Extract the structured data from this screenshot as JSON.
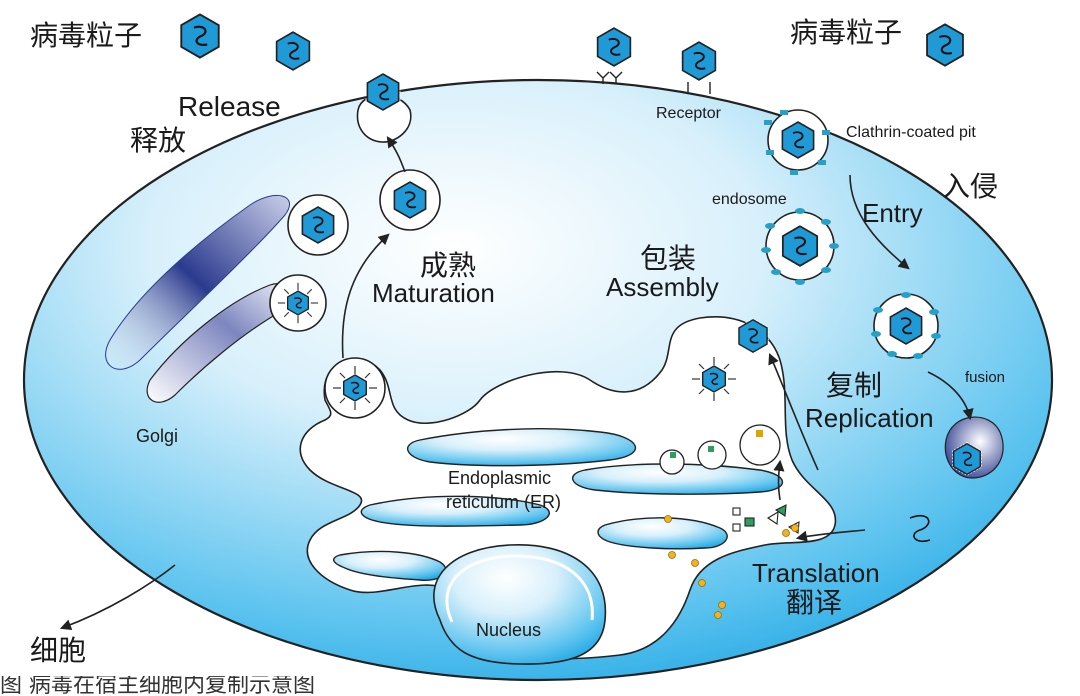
{
  "labels": {
    "virion_left": "病毒粒子",
    "virion_right": "病毒粒子",
    "release_en": "Release",
    "release_cn": "释放",
    "receptor": "Receptor",
    "clathrin": "Clathrin-coated pit",
    "entry_cn": "入侵",
    "entry_en": "Entry",
    "endosome": "endosome",
    "maturation_cn": "成熟",
    "maturation_en": "Maturation",
    "assembly_cn": "包装",
    "assembly_en": "Assembly",
    "golgi": "Golgi",
    "replication_cn": "复制",
    "replication_en": "Replication",
    "fusion": "fusion",
    "er_line1": "Endoplasmic",
    "er_line2": "reticulum (ER)",
    "translation_en": "Translation",
    "translation_cn": "翻译",
    "nucleus": "Nucleus",
    "cell": "细胞"
  },
  "caption": "图    病毒在宿主细胞内复制示意图",
  "colors": {
    "cell_fill_outer": "#0a9fe0",
    "cell_fill_inner": "#e9f7fd",
    "virus_blue": "#1f9ad6",
    "golgi_blue": "#2a3b8f",
    "spike_teal": "#27a0c8",
    "outline": "#222222"
  }
}
